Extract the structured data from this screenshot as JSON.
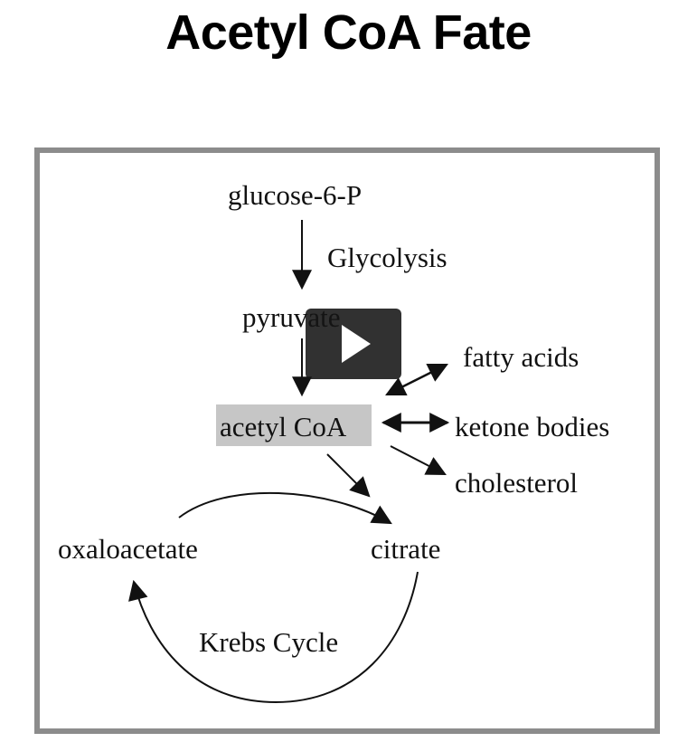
{
  "slide": {
    "title": "Acetyl CoA Fate"
  },
  "diagram": {
    "nodes": {
      "glucose": "glucose-6-P",
      "glycolysis": "Glycolysis",
      "pyruvate": "pyruvate",
      "acetyl_coa": "acetyl CoA",
      "fatty_acids": "fatty acids",
      "ketone_bodies": "ketone bodies",
      "cholesterol": "cholesterol",
      "oxaloacetate": "oxaloacetate",
      "citrate": "citrate",
      "krebs_cycle": "Krebs Cycle"
    },
    "colors": {
      "acetyl_highlight": "#c6c6c6",
      "frame_border": "#8c8c8c",
      "ink": "#111111"
    }
  },
  "video": {
    "control_icon": "play-icon"
  }
}
